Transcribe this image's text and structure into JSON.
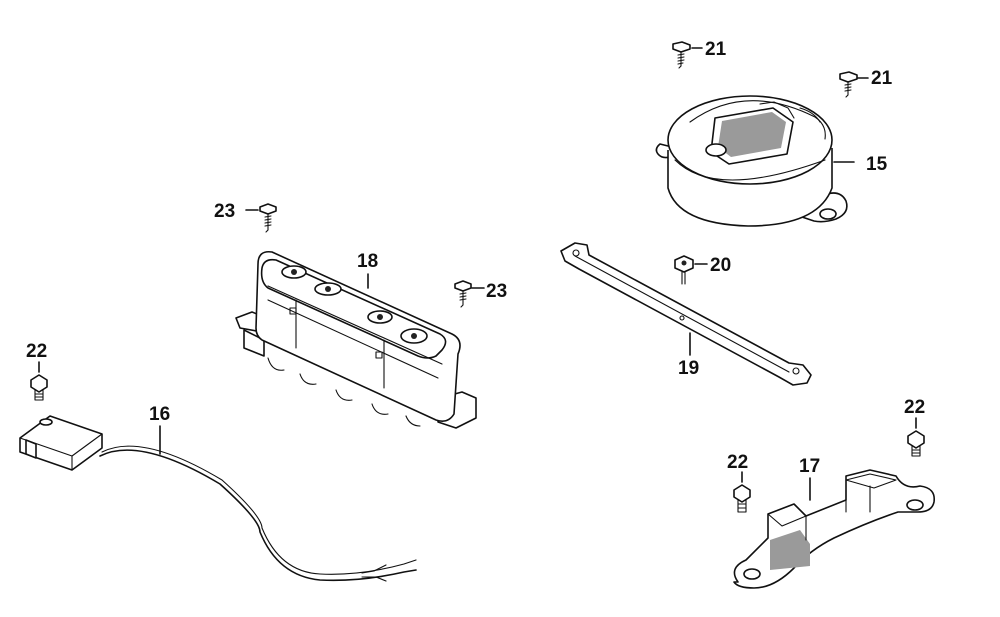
{
  "callouts": {
    "p15": "15",
    "p16": "16",
    "p17": "17",
    "p18": "18",
    "p19": "19",
    "p20": "20",
    "p21a": "21",
    "p21b": "21",
    "p22a": "22",
    "p22b": "22",
    "p22c": "22",
    "p23a": "23",
    "p23b": "23"
  },
  "colors": {
    "line": "#111111",
    "background": "#ffffff"
  }
}
